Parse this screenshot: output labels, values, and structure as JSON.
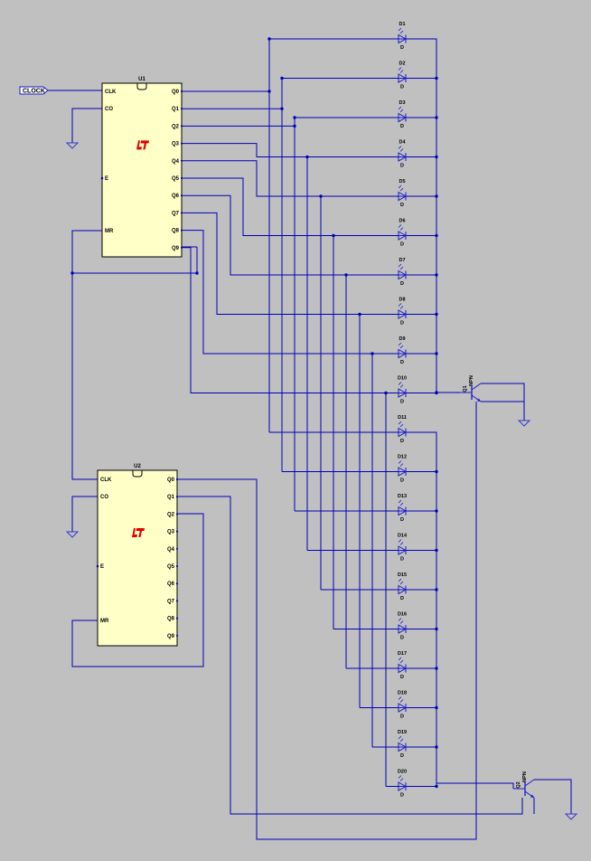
{
  "colors": {
    "background": "#c0c0c0",
    "wire": "#0000b8",
    "ground": "#3a3acc",
    "ic_fill": "#ffffc8",
    "ic_stroke": "#000000",
    "logo": "#e00000",
    "component": "#1a1acc"
  },
  "label": {
    "text": "CLOCK"
  },
  "u1": {
    "ref": "U1",
    "left_pins": [
      "CLK",
      "CO",
      "E",
      "MR"
    ],
    "right_pins": [
      "Q0",
      "Q1",
      "Q2",
      "Q3",
      "Q4",
      "Q5",
      "Q6",
      "Q7",
      "Q8",
      "Q9"
    ],
    "logo_icon": "lt-logo-icon"
  },
  "u2": {
    "ref": "U2",
    "left_pins": [
      "CLK",
      "CO",
      "E",
      "MR"
    ],
    "right_pins": [
      "Q0",
      "Q1",
      "Q2",
      "Q3",
      "Q4",
      "Q5",
      "Q6",
      "Q7",
      "Q8",
      "Q9"
    ],
    "logo_icon": "lt-logo-icon"
  },
  "diodes": [
    {
      "ref": "D1",
      "value": "D"
    },
    {
      "ref": "D2",
      "value": "D"
    },
    {
      "ref": "D3",
      "value": "D"
    },
    {
      "ref": "D4",
      "value": "D"
    },
    {
      "ref": "D5",
      "value": "D"
    },
    {
      "ref": "D6",
      "value": "D"
    },
    {
      "ref": "D7",
      "value": "D"
    },
    {
      "ref": "D8",
      "value": "D"
    },
    {
      "ref": "D9",
      "value": "D"
    },
    {
      "ref": "D10",
      "value": "D"
    },
    {
      "ref": "D11",
      "value": "D"
    },
    {
      "ref": "D12",
      "value": "D"
    },
    {
      "ref": "D13",
      "value": "D"
    },
    {
      "ref": "D14",
      "value": "D"
    },
    {
      "ref": "D15",
      "value": "D"
    },
    {
      "ref": "D16",
      "value": "D"
    },
    {
      "ref": "D17",
      "value": "D"
    },
    {
      "ref": "D18",
      "value": "D"
    },
    {
      "ref": "D19",
      "value": "D"
    },
    {
      "ref": "D20",
      "value": "D"
    }
  ],
  "transistors": [
    {
      "ref": "Q1",
      "value": "NPN"
    },
    {
      "ref": "Q2",
      "value": "NPN"
    }
  ]
}
